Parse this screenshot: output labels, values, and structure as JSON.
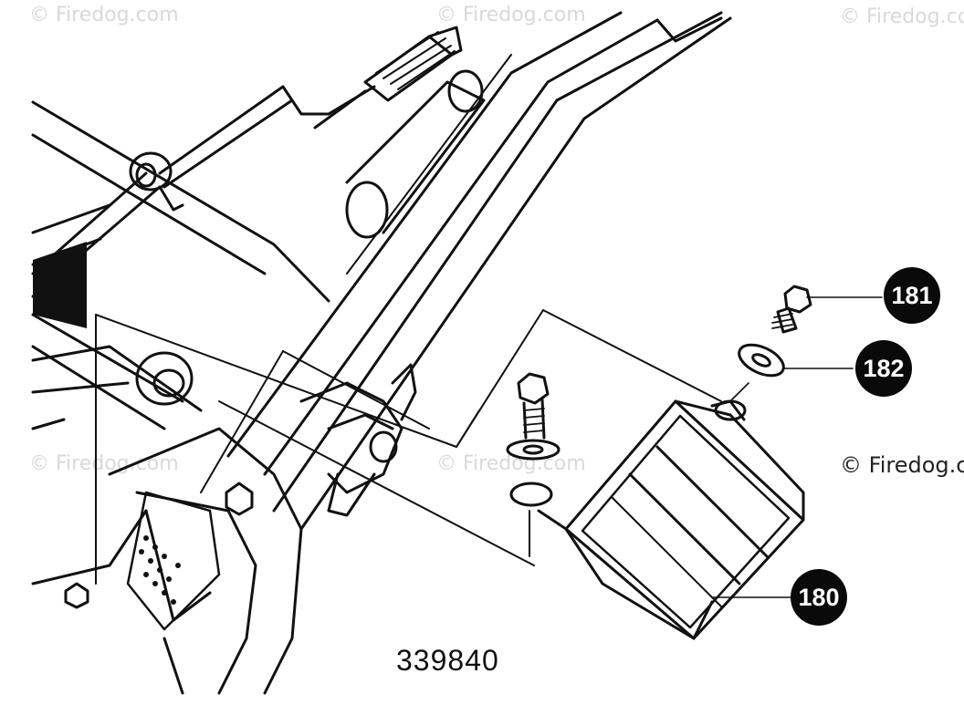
{
  "watermarks": [
    "© Firedog.com",
    "© Firedog.com",
    "© Firedog.com",
    "© Firedog.com",
    "© Firedog.com"
  ],
  "copyright": "© Firedog.c",
  "figure_number": "339840",
  "callouts": {
    "c181": "181",
    "c182": "182",
    "c180": "180"
  },
  "colors": {
    "line": "#111111",
    "callout": "#0a0a0a",
    "watermark": "#d9d9d9"
  }
}
